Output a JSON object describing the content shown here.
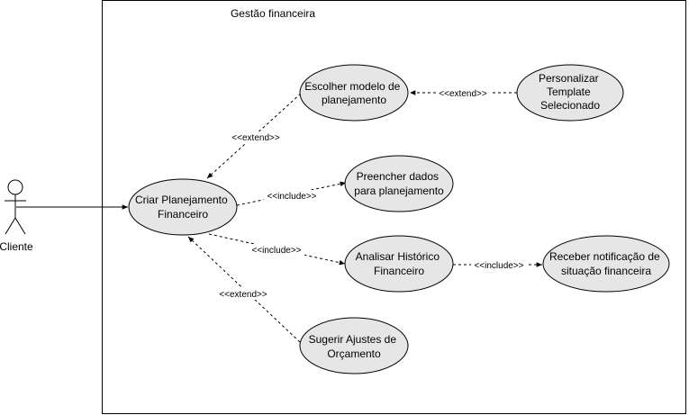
{
  "system": {
    "title": "Gestão financeira"
  },
  "actor": {
    "label": "Cliente"
  },
  "use_cases": {
    "criar": [
      "Criar Planejamento",
      "Financeiro"
    ],
    "escolher": [
      "Escolher modelo de",
      "planejamento"
    ],
    "personalizar": [
      "Personalizar",
      "Template",
      "Selecionado"
    ],
    "preencher": [
      "Preencher dados",
      "para planejamento"
    ],
    "analisar": [
      "Analisar Histórico",
      "Financeiro"
    ],
    "receber": [
      "Receber notificação de",
      "situação financeira"
    ],
    "sugerir": [
      "Sugerir Ajustes de",
      "Orçamento"
    ]
  },
  "relations": {
    "extend_escolher": "<<extend>>",
    "extend_personalizar": "<<extend>>",
    "include_preencher": "<<include>>",
    "include_analisar": "<<include>>",
    "include_receber": "<<include>>",
    "extend_sugerir": "<<extend>>"
  },
  "colors": {
    "use_case_fill": "#e6e6e6",
    "stroke": "#000000",
    "background": "#ffffff"
  }
}
